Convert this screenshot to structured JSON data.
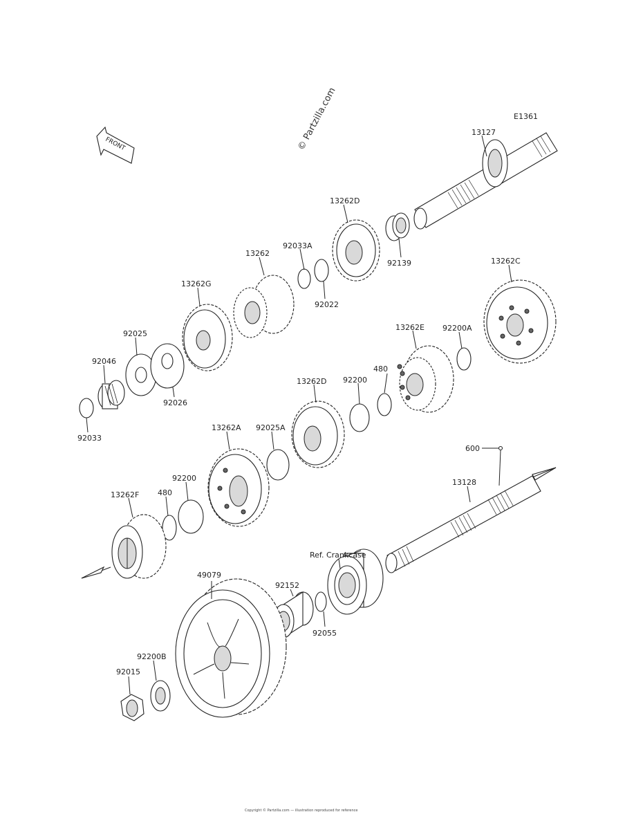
{
  "diagram": {
    "code": "E1361",
    "watermark": "© Partzilla.com",
    "front_label": "FRONT",
    "labels": {
      "p13127": "13127",
      "p13262D_top": "13262D",
      "p92139": "92139",
      "p92033A": "92033A",
      "p13262": "13262",
      "p92022": "92022",
      "p13262C_right": "13262C",
      "p13262G": "13262G",
      "p92025": "92025",
      "p92046": "92046",
      "p92026": "92026",
      "p92033": "92033",
      "p13262E": "13262E",
      "p92200A": "92200A",
      "p480_upper": "480",
      "p92200_upper": "92200",
      "p13262D_mid": "13262D",
      "p92025A": "92025A",
      "p13262A": "13262A",
      "p92200_lower": "92200",
      "p480_lower": "480",
      "p13262F": "13262F",
      "p600": "600",
      "p13128": "13128",
      "ref_crankcase": "Ref. Crankcase",
      "p49079": "49079",
      "p92152": "92152",
      "p92055": "92055",
      "p92200B": "92200B",
      "p92015": "92015"
    },
    "footer": "Copyright © Partzilla.com — illustration reproduced for reference"
  }
}
